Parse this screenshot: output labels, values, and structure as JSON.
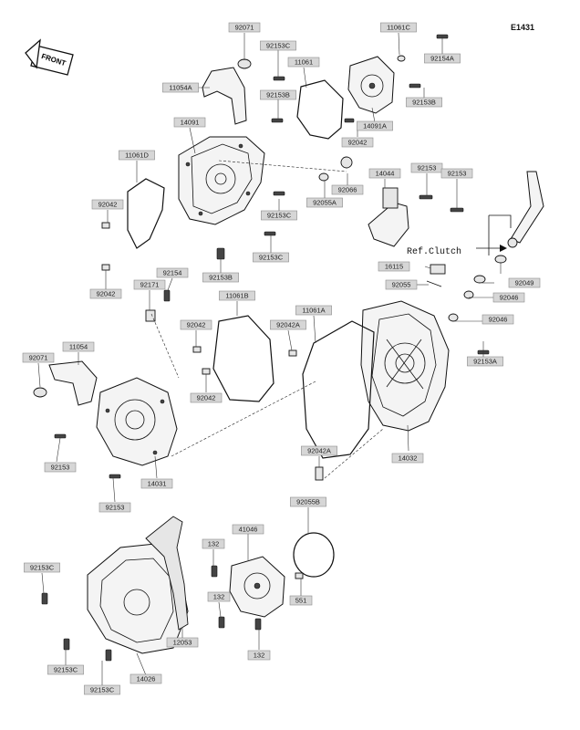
{
  "diagram_id": "E1431",
  "front_label": "FRONT",
  "ref_note": "Ref.Clutch",
  "parts": [
    {
      "key": "p92071a",
      "number": "92071"
    },
    {
      "key": "p92153c_a",
      "number": "92153C"
    },
    {
      "key": "p11061c",
      "number": "11061C"
    },
    {
      "key": "p92154a",
      "number": "92154A"
    },
    {
      "key": "p11061",
      "number": "11061"
    },
    {
      "key": "p11054a",
      "number": "11054A"
    },
    {
      "key": "p92153b_a",
      "number": "92153B"
    },
    {
      "key": "p92153b_b",
      "number": "92153B"
    },
    {
      "key": "p14091",
      "number": "14091"
    },
    {
      "key": "p14091a",
      "number": "14091A"
    },
    {
      "key": "p92042_a",
      "number": "92042"
    },
    {
      "key": "p11061d",
      "number": "11061D"
    },
    {
      "key": "p92066",
      "number": "92066"
    },
    {
      "key": "p92055a",
      "number": "92055A"
    },
    {
      "key": "p14044",
      "number": "14044"
    },
    {
      "key": "p92153_a",
      "number": "92153"
    },
    {
      "key": "p92153_b",
      "number": "92153"
    },
    {
      "key": "p92042_b",
      "number": "92042"
    },
    {
      "key": "p92153c_b",
      "number": "92153C"
    },
    {
      "key": "p92153c_c",
      "number": "92153C"
    },
    {
      "key": "p92153b_c",
      "number": "92153B"
    },
    {
      "key": "p92042_c",
      "number": "92042"
    },
    {
      "key": "p16115",
      "number": "16115"
    },
    {
      "key": "p92154",
      "number": "92154"
    },
    {
      "key": "p92171",
      "number": "92171"
    },
    {
      "key": "p11061b",
      "number": "11061B"
    },
    {
      "key": "p92055",
      "number": "92055"
    },
    {
      "key": "p92049",
      "number": "92049"
    },
    {
      "key": "p92046_a",
      "number": "92046"
    },
    {
      "key": "p92046_b",
      "number": "92046"
    },
    {
      "key": "p92042_d",
      "number": "92042"
    },
    {
      "key": "p92042a_a",
      "number": "92042A"
    },
    {
      "key": "p11061a",
      "number": "11061A"
    },
    {
      "key": "p92071b",
      "number": "92071"
    },
    {
      "key": "p11054",
      "number": "11054"
    },
    {
      "key": "p92153a",
      "number": "92153A"
    },
    {
      "key": "p92042_e",
      "number": "92042"
    },
    {
      "key": "p14032",
      "number": "14032"
    },
    {
      "key": "p92153_c",
      "number": "92153"
    },
    {
      "key": "p14031",
      "number": "14031"
    },
    {
      "key": "p92042a_b",
      "number": "92042A"
    },
    {
      "key": "p92153_d",
      "number": "92153"
    },
    {
      "key": "p92055b",
      "number": "92055B"
    },
    {
      "key": "p41046",
      "number": "41046"
    },
    {
      "key": "p132_a",
      "number": "132"
    },
    {
      "key": "p92153c_d",
      "number": "92153C"
    },
    {
      "key": "p132_b",
      "number": "132"
    },
    {
      "key": "p551",
      "number": "551"
    },
    {
      "key": "p12053",
      "number": "12053"
    },
    {
      "key": "p132_c",
      "number": "132"
    },
    {
      "key": "p92153c_e",
      "number": "92153C"
    },
    {
      "key": "p14026",
      "number": "14026"
    },
    {
      "key": "p92153c_f",
      "number": "92153C"
    }
  ]
}
